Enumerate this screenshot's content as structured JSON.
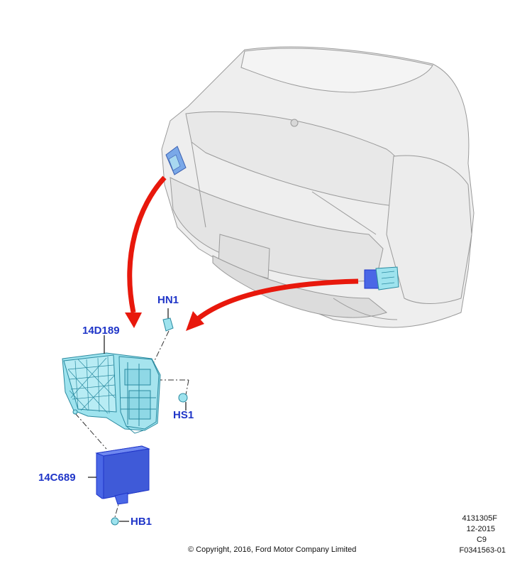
{
  "callouts": {
    "hn1": "HN1",
    "bracket": "14D189",
    "hs1": "HS1",
    "module": "14C689",
    "hb1": "HB1"
  },
  "footer": {
    "copyright": "© Copyright, 2016, Ford Motor Company Limited",
    "ref1": "4131305F",
    "ref2": "12-2015",
    "ref3": "C9",
    "ref4": "F0341563-01"
  },
  "colors": {
    "arrow": "#e8180c",
    "callout_text": "#1f35c8",
    "part_cyan": "#9ee3ee",
    "module_blue": "#4a67e6",
    "car_body": "#eeeeee",
    "car_line": "#9a9a9a"
  }
}
